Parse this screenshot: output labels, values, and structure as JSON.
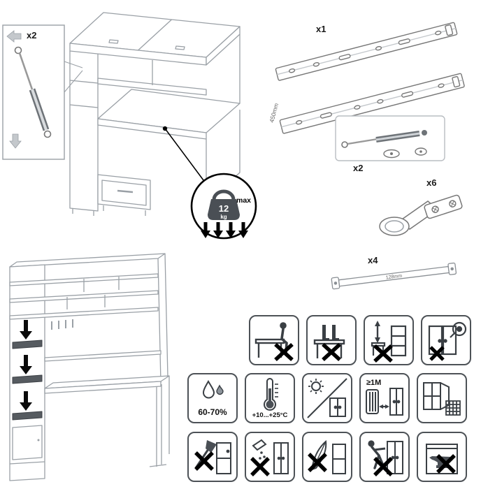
{
  "sheet": {
    "strut_callout": {
      "qty": "x2"
    },
    "parts": {
      "slides": {
        "qty": "x1",
        "length": "450mm"
      },
      "gas_strut": {
        "qty": "x2"
      },
      "hinge": {
        "qty": "x6"
      },
      "rail": {
        "qty": "x4",
        "length": "128mm"
      }
    },
    "weight_limit": {
      "value": "12",
      "unit": "kg",
      "label": "max"
    },
    "care": {
      "humidity": "60-70%",
      "temperature": "+10...+25°C",
      "min_distance": "≥1M",
      "row1_icons": [
        "no-sitting-on-desk",
        "no-standing-on-desk",
        "no-climbing",
        "door-hinge-care"
      ],
      "row2_icons": [
        "humidity-range",
        "temperature-range",
        "avoid-direct-sunlight",
        "keep-distance-from-heat",
        "ventilated-dry-wall"
      ],
      "row3_icons": [
        "no-impacts",
        "no-liquids",
        "no-feather-abrasives",
        "no-pushing-loaded",
        "no-heavy-loads"
      ]
    }
  }
}
